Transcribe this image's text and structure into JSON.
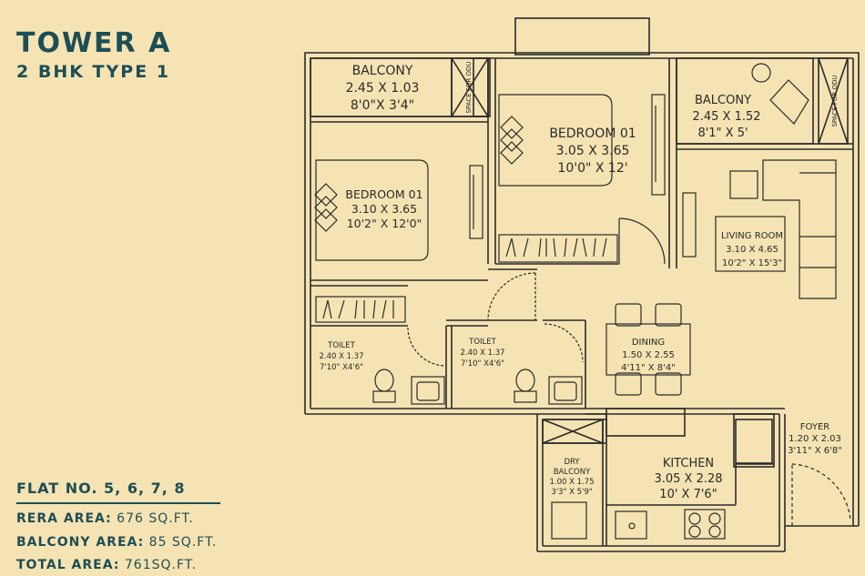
{
  "header": {
    "title": "TOWER A",
    "subtitle": "2 BHK TYPE 1"
  },
  "info": {
    "flat_no": "FLAT NO. 5, 6, 7, 8",
    "rera_label": "RERA AREA:",
    "rera_value": "676 SQ.FT.",
    "balcony_label": "BALCONY AREA:",
    "balcony_value": "85 SQ.FT.",
    "total_label": "TOTAL AREA:",
    "total_value": "761SQ.FT."
  },
  "rooms": {
    "balcony1": {
      "name": "BALCONY",
      "metric": "2.45 X 1.03",
      "imperial": "8'0\"X 3'4\""
    },
    "bedroom_a": {
      "name": "BEDROOM 01",
      "metric": "3.05 X 3.65",
      "imperial": "10'0\" X 12'"
    },
    "balcony2": {
      "name": "BALCONY",
      "metric": "2.45 X 1.52",
      "imperial": "8'1\" X 5'"
    },
    "bedroom_b": {
      "name": "BEDROOM 01",
      "metric": "3.10 X 3.65",
      "imperial": "10'2\" X 12'0\""
    },
    "living": {
      "name": "LIVING ROOM",
      "metric": "3.10  X 4.65",
      "imperial": "10'2\" X 15'3\""
    },
    "toilet1": {
      "name": "TOILET",
      "metric": "2.40 X 1.37",
      "imperial": "7'10\" X4'6\""
    },
    "toilet2": {
      "name": "TOILET",
      "metric": "2.40 X 1.37",
      "imperial": "7'10\" X4'6\""
    },
    "dining": {
      "name": "DINING",
      "metric": "1.50 X 2.55",
      "imperial": "4'11\" X 8'4\""
    },
    "foyer": {
      "name": "FOYER",
      "metric": "1.20  X 2.03",
      "imperial": "3'11\" X 6'8\""
    },
    "dry_balcony": {
      "name": "DRY",
      "name2": "BALCONY",
      "metric": "1.00 X 1.75",
      "imperial": "3'3\" X 5'9\""
    },
    "kitchen": {
      "name": "KITCHEN",
      "metric": "3.05 X 2.28",
      "imperial": "10' X 7'6\""
    }
  },
  "odu": {
    "label": "SPACE FOR ODU"
  },
  "colors": {
    "brand": "#1e4e55",
    "background": "#f5e3b3",
    "wall": "#2a2a2a"
  }
}
